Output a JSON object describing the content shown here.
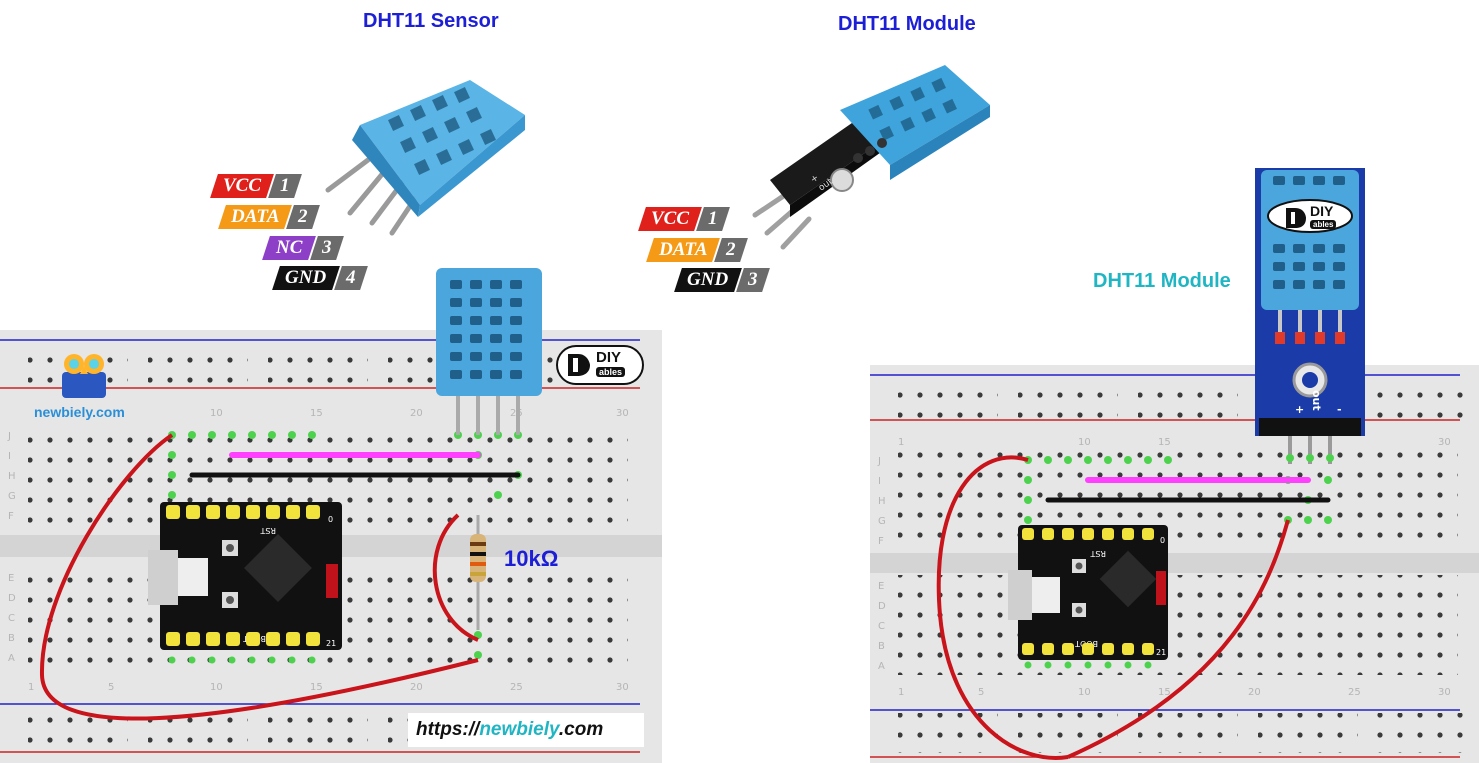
{
  "titles": {
    "sensor": "DHT11 Sensor",
    "module": "DHT11 Module",
    "module_right": "DHT11 Module"
  },
  "sensor_pins": [
    {
      "name": "VCC",
      "num": "1",
      "color": "#e0201b"
    },
    {
      "name": "DATA",
      "num": "2",
      "color": "#f59a16"
    },
    {
      "name": "NC",
      "num": "3",
      "color": "#8e3fc8"
    },
    {
      "name": "GND",
      "num": "4",
      "color": "#111111"
    }
  ],
  "module_pins": [
    {
      "name": "VCC",
      "num": "1",
      "color": "#e0201b"
    },
    {
      "name": "DATA",
      "num": "2",
      "color": "#f59a16"
    },
    {
      "name": "GND",
      "num": "3",
      "color": "#111111"
    }
  ],
  "module_silkscreen": {
    "plus": "+",
    "out": "out",
    "minus": "-"
  },
  "resistor_value": "10kΩ",
  "brand": {
    "diy": "DIY",
    "ables": "ables",
    "newbiely": "newbiely.com"
  },
  "url": {
    "prefix": "https://",
    "domain": "newbiely",
    "suffix": ".com"
  },
  "breadboard_numbers": [
    "1",
    "5",
    "10",
    "15",
    "20",
    "25",
    "30"
  ],
  "breadboard_rows_top": [
    "J",
    "I",
    "H",
    "G",
    "F"
  ],
  "breadboard_rows_bottom": [
    "E",
    "D",
    "C",
    "B",
    "A"
  ],
  "board_silk": {
    "rst": "RST",
    "boot": "BOOT",
    "zero": "0",
    "twentyone": "21"
  },
  "colors": {
    "title": "#1d1fd6",
    "title_teal": "#1fb5c3",
    "dht_blue": "#4aa6dc",
    "wire_red": "#c8141a",
    "wire_magenta": "#ff40ff",
    "pin_green": "#4dd24d",
    "header_yellow": "#f2e23c"
  }
}
